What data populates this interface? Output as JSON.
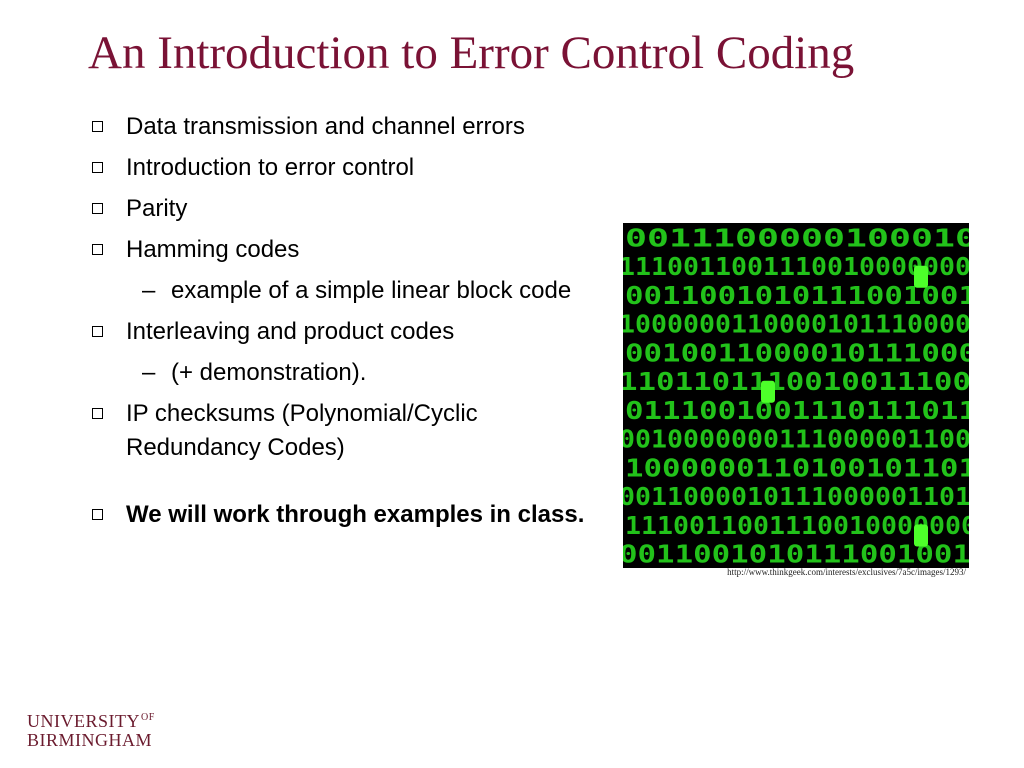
{
  "slide": {
    "title": "An Introduction to Error Control Coding",
    "bullets": [
      {
        "text": "Data transmission and channel errors",
        "level": 1
      },
      {
        "text": "Introduction to error control",
        "level": 1
      },
      {
        "text": "Parity",
        "level": 1
      },
      {
        "text": "Hamming codes",
        "level": 1
      },
      {
        "text": "example of a simple linear block code",
        "level": 2
      },
      {
        "text": "Interleaving and product codes",
        "level": 1
      },
      {
        "text": "(+ demonstration).",
        "level": 2
      },
      {
        "text": "IP checksums (Polynomial/Cyclic Redundancy Codes)",
        "level": 1
      },
      {
        "text": "We will work through examples in class.",
        "level": 1,
        "bold": true
      }
    ],
    "sub_bullet_marker": "–"
  },
  "image": {
    "binary_rows": [
      "0011100000100010",
      "1110011001110010000000",
      "0011001010111001001",
      "1000000110000101110000",
      "0010011000010111000",
      "1101101110010011100",
      "0111001001110111011",
      "0010000000111000001100",
      "1000000110100101101",
      "0011000010111000001101",
      "1110011001110010000000",
      "0011001010111001001"
    ],
    "highlight_color": "#4dff2a",
    "glyph_color": "#22c21a",
    "credit": "http://www.thinkgeek.com/interests/exclusives/7a5c/images/1293/"
  },
  "logo": {
    "line1": "UNIVERSITY",
    "of": "OF",
    "line2": "BIRMINGHAM"
  }
}
